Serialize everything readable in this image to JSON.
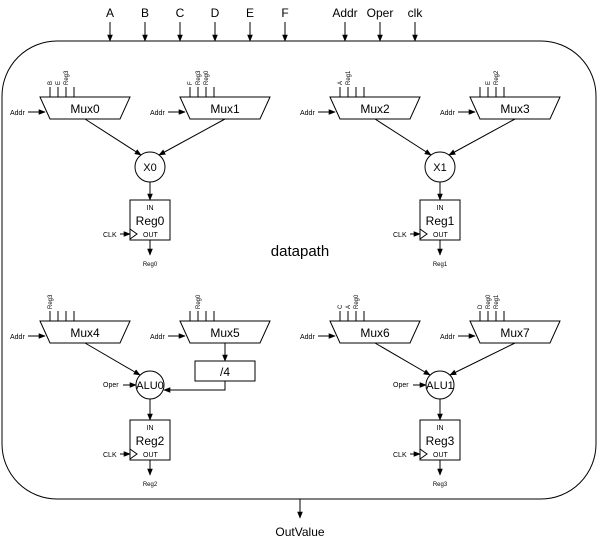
{
  "inputs": [
    "A",
    "B",
    "C",
    "D",
    "E",
    "F",
    "Addr",
    "Oper",
    "clk"
  ],
  "container_label": "datapath",
  "output_label": "OutValue",
  "muxes": [
    {
      "name": "Mux0",
      "sel": "Addr",
      "pins": [
        "B",
        "E",
        "Reg3",
        ""
      ]
    },
    {
      "name": "Mux1",
      "sel": "Addr",
      "pins": [
        "F",
        "Reg3",
        "Reg0",
        ""
      ]
    },
    {
      "name": "Mux2",
      "sel": "Addr",
      "pins": [
        "A",
        "Reg1",
        "",
        ""
      ]
    },
    {
      "name": "Mux3",
      "sel": "Addr",
      "pins": [
        "",
        "E",
        "Reg2",
        ""
      ]
    },
    {
      "name": "Mux4",
      "sel": "Addr",
      "pins": [
        "Reg3",
        "",
        "",
        ""
      ]
    },
    {
      "name": "Mux5",
      "sel": "Addr",
      "pins": [
        "",
        "Reg0",
        "",
        ""
      ]
    },
    {
      "name": "Mux6",
      "sel": "Addr",
      "pins": [
        "C",
        "A",
        "Reg0",
        ""
      ]
    },
    {
      "name": "Mux7",
      "sel": "Addr",
      "pins": [
        "D",
        "Reg0",
        "Reg1",
        ""
      ]
    }
  ],
  "operators": [
    {
      "name": "X0"
    },
    {
      "name": "X1"
    },
    {
      "name": "ALU0",
      "ctrl": "Oper"
    },
    {
      "name": "ALU1",
      "ctrl": "Oper"
    }
  ],
  "divider": {
    "label": "/4"
  },
  "registers": [
    {
      "name": "Reg0",
      "in": "IN",
      "out": "OUT",
      "clk": "CLK",
      "output": "Reg0"
    },
    {
      "name": "Reg1",
      "in": "IN",
      "out": "OUT",
      "clk": "CLK",
      "output": "Reg1"
    },
    {
      "name": "Reg2",
      "in": "IN",
      "out": "OUT",
      "clk": "CLK",
      "output": "Reg2"
    },
    {
      "name": "Reg3",
      "in": "IN",
      "out": "OUT",
      "clk": "CLK",
      "output": "Reg3"
    }
  ]
}
